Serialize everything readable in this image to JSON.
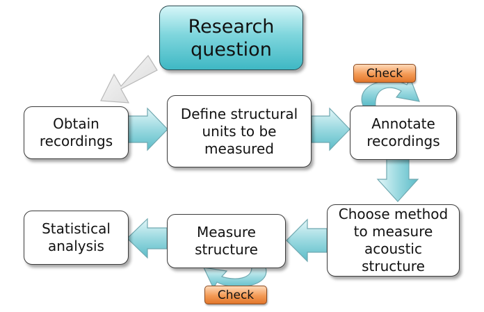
{
  "question": {
    "label": "Research\nquestion"
  },
  "steps": [
    {
      "id": "obtain",
      "label": "Obtain\nrecordings"
    },
    {
      "id": "define",
      "label": "Define structural\nunits to be\nmeasured"
    },
    {
      "id": "annotate",
      "label": "Annotate\nrecordings"
    },
    {
      "id": "choose",
      "label": "Choose method\nto measure\nacoustic\nstructure"
    },
    {
      "id": "measure",
      "label": "Measure\nstructure"
    },
    {
      "id": "statistical",
      "label": "Statistical\nanalysis"
    }
  ],
  "checks": [
    {
      "id": "check-annotate",
      "label": "Check"
    },
    {
      "id": "check-measure",
      "label": "Check"
    }
  ],
  "colors": {
    "arrow_fill": "#8fd3dc",
    "question_fill": "#5cc7cf",
    "check_fill": "#f08a3e",
    "grey_arrow": "#e6e6e6"
  }
}
